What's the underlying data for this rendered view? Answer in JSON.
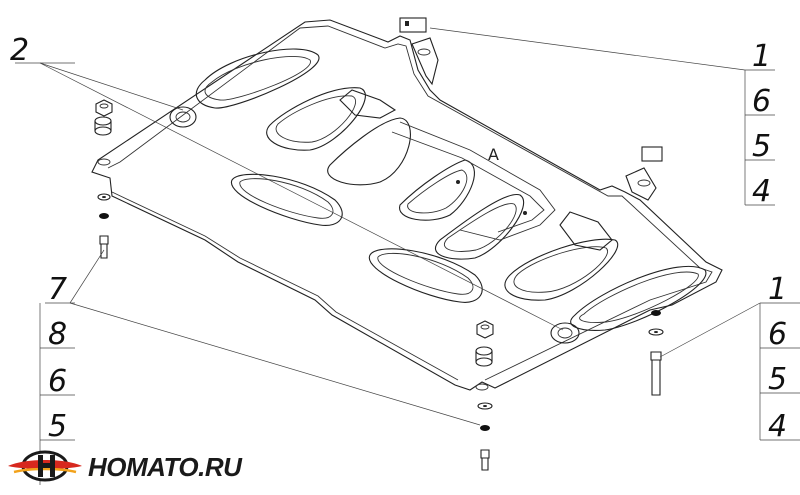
{
  "callouts": {
    "top_left": "2",
    "top_right": [
      "1",
      "6",
      "5",
      "4"
    ],
    "bottom_left": [
      "7",
      "8",
      "6",
      "5"
    ],
    "bottom_right": [
      "1",
      "6",
      "5",
      "4"
    ]
  },
  "logo": {
    "text": "HOMATO.RU",
    "colors": {
      "primary": "#d7281e",
      "secondary": "#f2a21b"
    }
  },
  "plate_marking": "A",
  "icons": [
    "skid-plate-drawing",
    "nut-icon",
    "washer-icon",
    "bolt-icon",
    "bracket-icon",
    "logo-emblem-icon"
  ]
}
